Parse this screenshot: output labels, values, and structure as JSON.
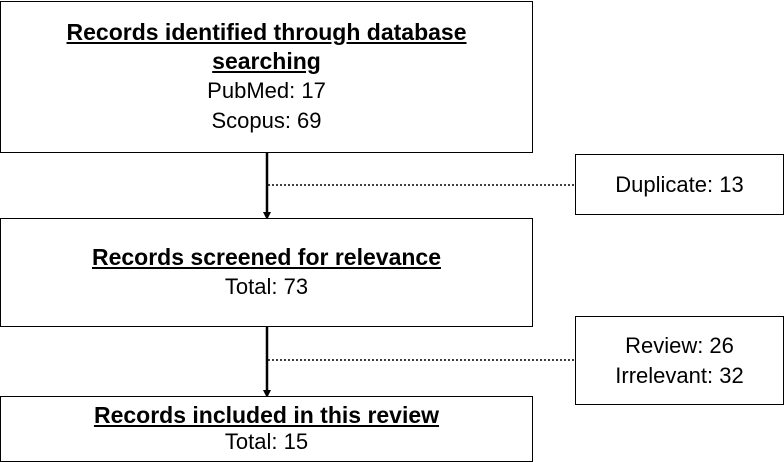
{
  "boxes": {
    "identified": {
      "title": "Records identified through database searching",
      "lines": [
        "PubMed: 17",
        "Scopus: 69"
      ]
    },
    "screened": {
      "title": "Records screened for relevance",
      "lines": [
        "Total: 73"
      ]
    },
    "included": {
      "title": "Records included in this review",
      "lines": [
        "Total: 15"
      ]
    }
  },
  "exclusions": {
    "first": {
      "lines": [
        "Duplicate: 13"
      ]
    },
    "second": {
      "lines": [
        "Review: 26",
        "Irrelevant: 32"
      ]
    }
  },
  "colors": {
    "line": "#000000",
    "background": "#ffffff"
  }
}
